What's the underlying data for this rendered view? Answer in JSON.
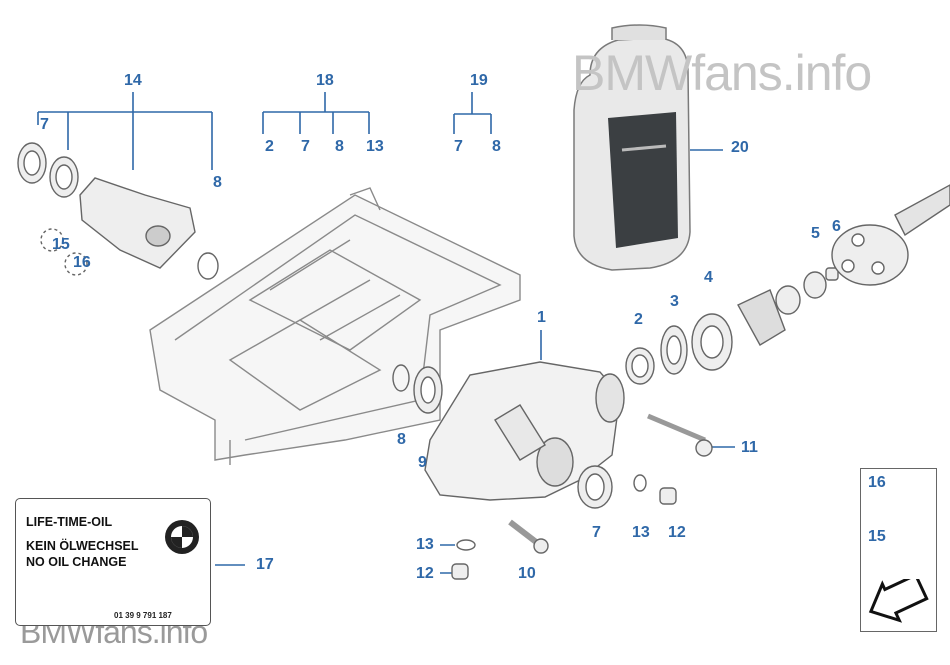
{
  "watermark": {
    "top": "BMWfans.info",
    "bottom": "BMWfans.info"
  },
  "label_plate": {
    "line1": "LIFE-TIME-OIL",
    "line2": "KEIN ÖLWECHSEL",
    "line3": "NO OIL CHANGE",
    "part_number": "01 39 9 791 187",
    "logo": "bmw-roundel-logo"
  },
  "callouts": {
    "c14": "14",
    "c7a": "7",
    "c8a": "8",
    "c15a": "15",
    "c16a": "16",
    "c18": "18",
    "c18_2": "2",
    "c18_7": "7",
    "c18_8": "8",
    "c18_13": "13",
    "c19": "19",
    "c19_7": "7",
    "c19_8": "8",
    "c20": "20",
    "c5": "5",
    "c6": "6",
    "c4": "4",
    "c3": "3",
    "c2": "2",
    "c1": "1",
    "c8b": "8",
    "c9": "9",
    "c11": "11",
    "c7b": "7",
    "c13b": "13",
    "c12b": "12",
    "c13a": "13",
    "c12a": "12",
    "c10": "10",
    "c17": "17",
    "c16b": "16",
    "c15b": "15"
  },
  "colors": {
    "callout": "#2f68a8",
    "line": "#2f68a8",
    "part_outline": "#6a6a6a",
    "watermark": "#c4c4c4"
  },
  "icons": {
    "arrow": "arrow-down-left-icon"
  }
}
